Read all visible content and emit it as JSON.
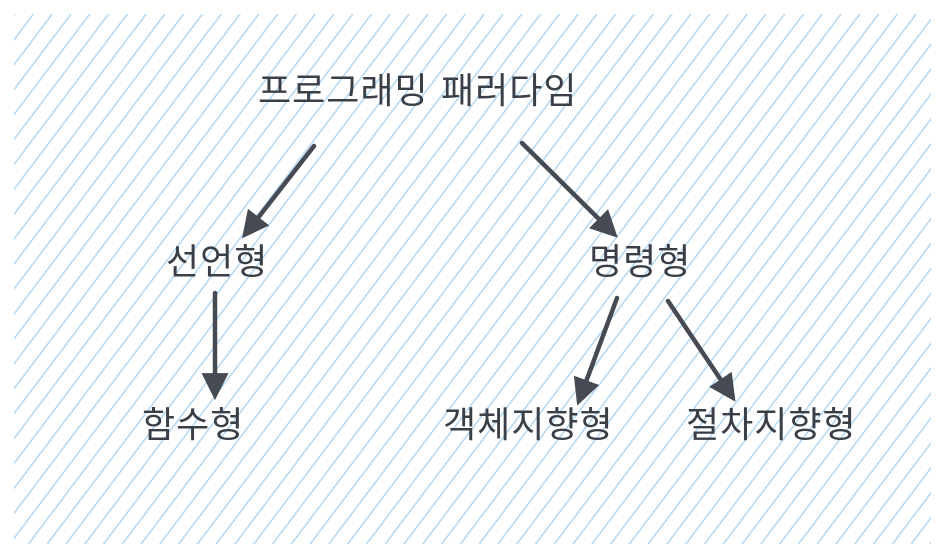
{
  "diagram": {
    "background_stroke_color": "#b7daf2",
    "arrow_color": "#464a52",
    "text_color": "#3a3f47",
    "nodes": {
      "root": "프로그래밍 패러다임",
      "declarative": "선언형",
      "imperative": "명령형",
      "functional": "함수형",
      "object_oriented": "객체지향형",
      "procedural": "절차지향형"
    },
    "edges": [
      {
        "from": "root",
        "to": "declarative"
      },
      {
        "from": "root",
        "to": "imperative"
      },
      {
        "from": "declarative",
        "to": "functional"
      },
      {
        "from": "imperative",
        "to": "object_oriented"
      },
      {
        "from": "imperative",
        "to": "procedural"
      }
    ]
  }
}
